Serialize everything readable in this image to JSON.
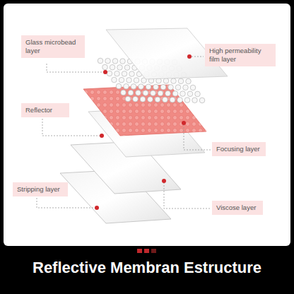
{
  "diagram": {
    "title": "Reflective Membran Estructure",
    "nodes": [
      {
        "text": [
          "Glass microbead layer"
        ]
      },
      {
        "text": [
          "High permeability film layer"
        ]
      },
      {
        "text": [
          "Reflector"
        ]
      },
      {
        "text": [
          "Focusing layer"
        ]
      },
      {
        "text": [
          "Stripping layer"
        ]
      },
      {
        "text": [
          "Viscose layer"
        ]
      }
    ]
  }
}
